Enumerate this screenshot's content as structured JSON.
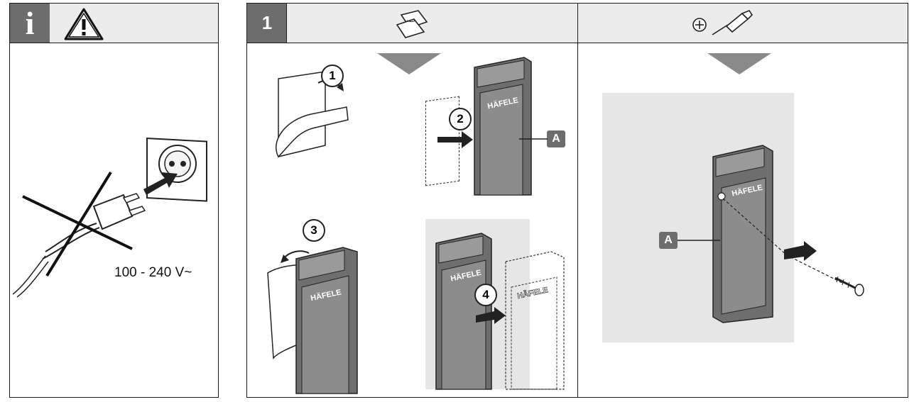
{
  "panel_info": {
    "info_glyph": "i",
    "voltage_label": "100 - 240 V~"
  },
  "panel_steps": {
    "step_number": "1",
    "substeps": [
      "1",
      "2",
      "3",
      "4"
    ],
    "component_label": "A",
    "brand_text": "HÄFELE"
  },
  "icons": [
    "info-icon",
    "warning-icon",
    "adhesive-tape-icon",
    "phillips-screwdriver-icon",
    "down-arrow-icon"
  ],
  "colors": {
    "badge": "#6d6d6d",
    "header_bg": "#ececec",
    "device": "#6e6e6e",
    "wall": "#e6e6e6",
    "arrow": "#8a8a8a"
  }
}
